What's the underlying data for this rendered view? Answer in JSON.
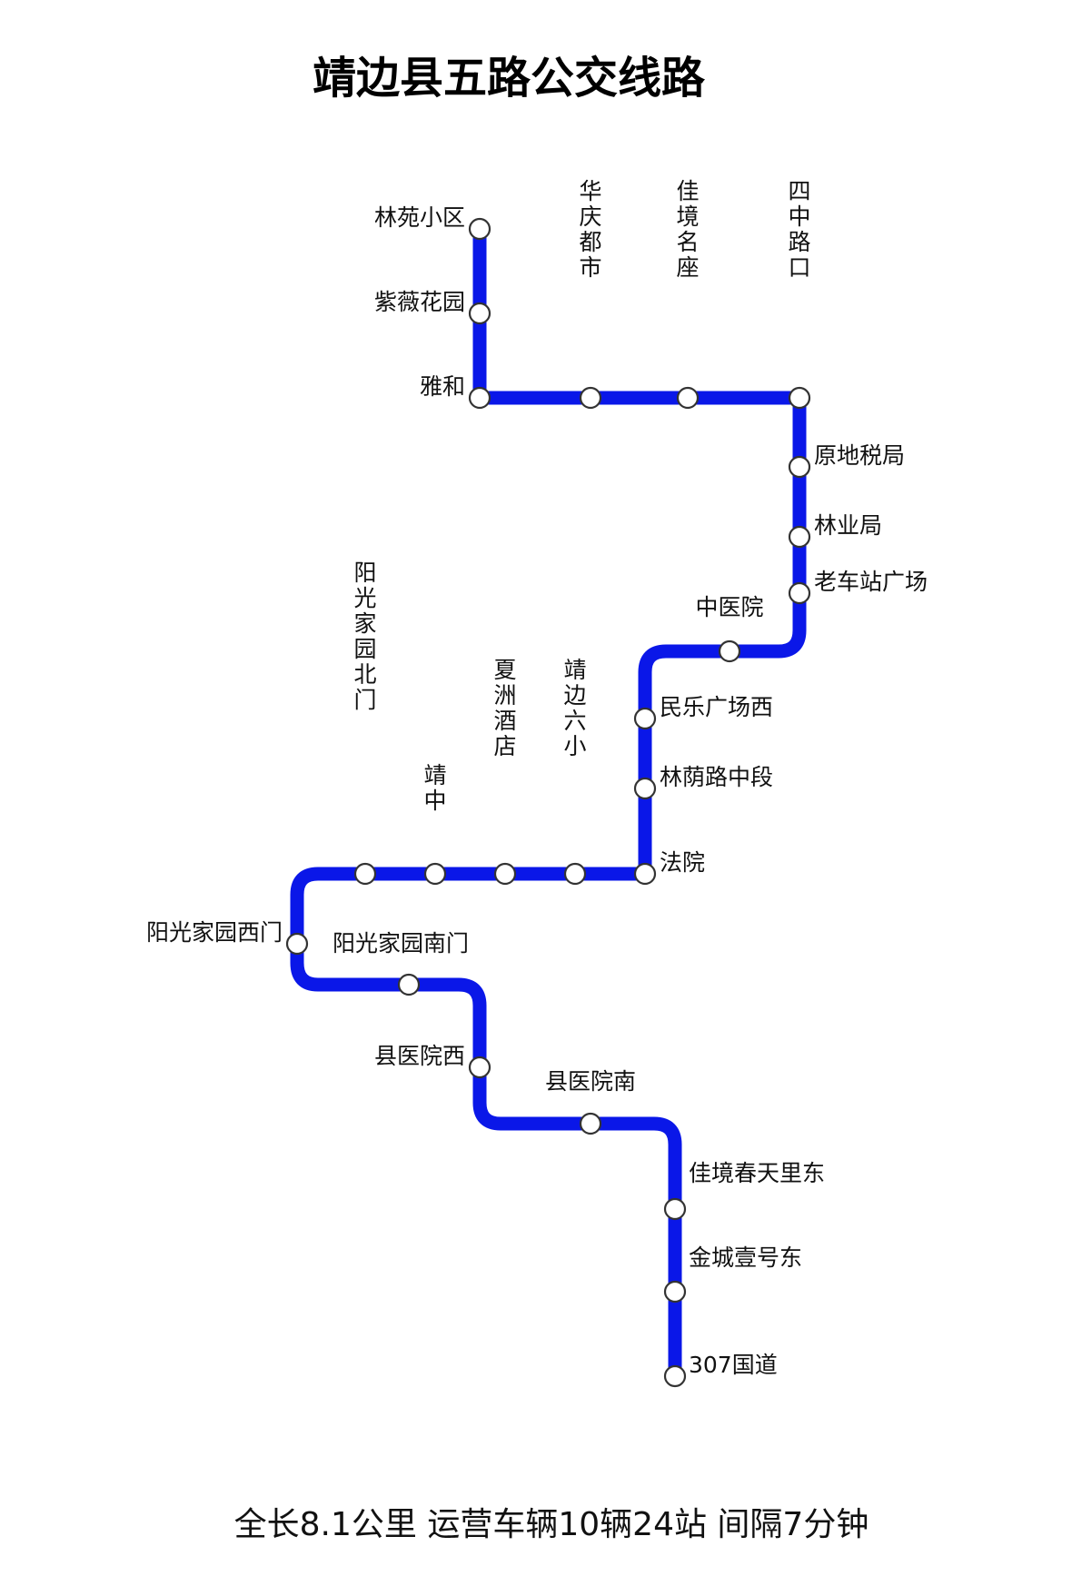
{
  "map": {
    "title": "靖边县五路公交线路",
    "footer": "全长8.1公里 运营车辆10辆24站 间隔7分钟",
    "colors": {
      "route_line": "#0a17e8",
      "stop_fill": "#ffffff",
      "stop_stroke": "#333333",
      "text": "#111111"
    }
  },
  "stops": [
    {
      "name": "林苑小区"
    },
    {
      "name": "紫薇花园"
    },
    {
      "name": "雅和"
    },
    {
      "name": "华庆都市"
    },
    {
      "name": "佳境名座"
    },
    {
      "name": "四中路口"
    },
    {
      "name": "原地税局"
    },
    {
      "name": "林业局"
    },
    {
      "name": "老车站广场"
    },
    {
      "name": "中医院"
    },
    {
      "name": "民乐广场西"
    },
    {
      "name": "林荫路中段"
    },
    {
      "name": "法院"
    },
    {
      "name": "靖边六小"
    },
    {
      "name": "夏洲酒店"
    },
    {
      "name": "靖中"
    },
    {
      "name": "阳光家园北门"
    },
    {
      "name": "阳光家园西门"
    },
    {
      "name": "阳光家园南门"
    },
    {
      "name": "县医院西"
    },
    {
      "name": "县医院南"
    },
    {
      "name": "佳境春天里东"
    },
    {
      "name": "金城壹号东"
    },
    {
      "name": "307国道"
    }
  ]
}
